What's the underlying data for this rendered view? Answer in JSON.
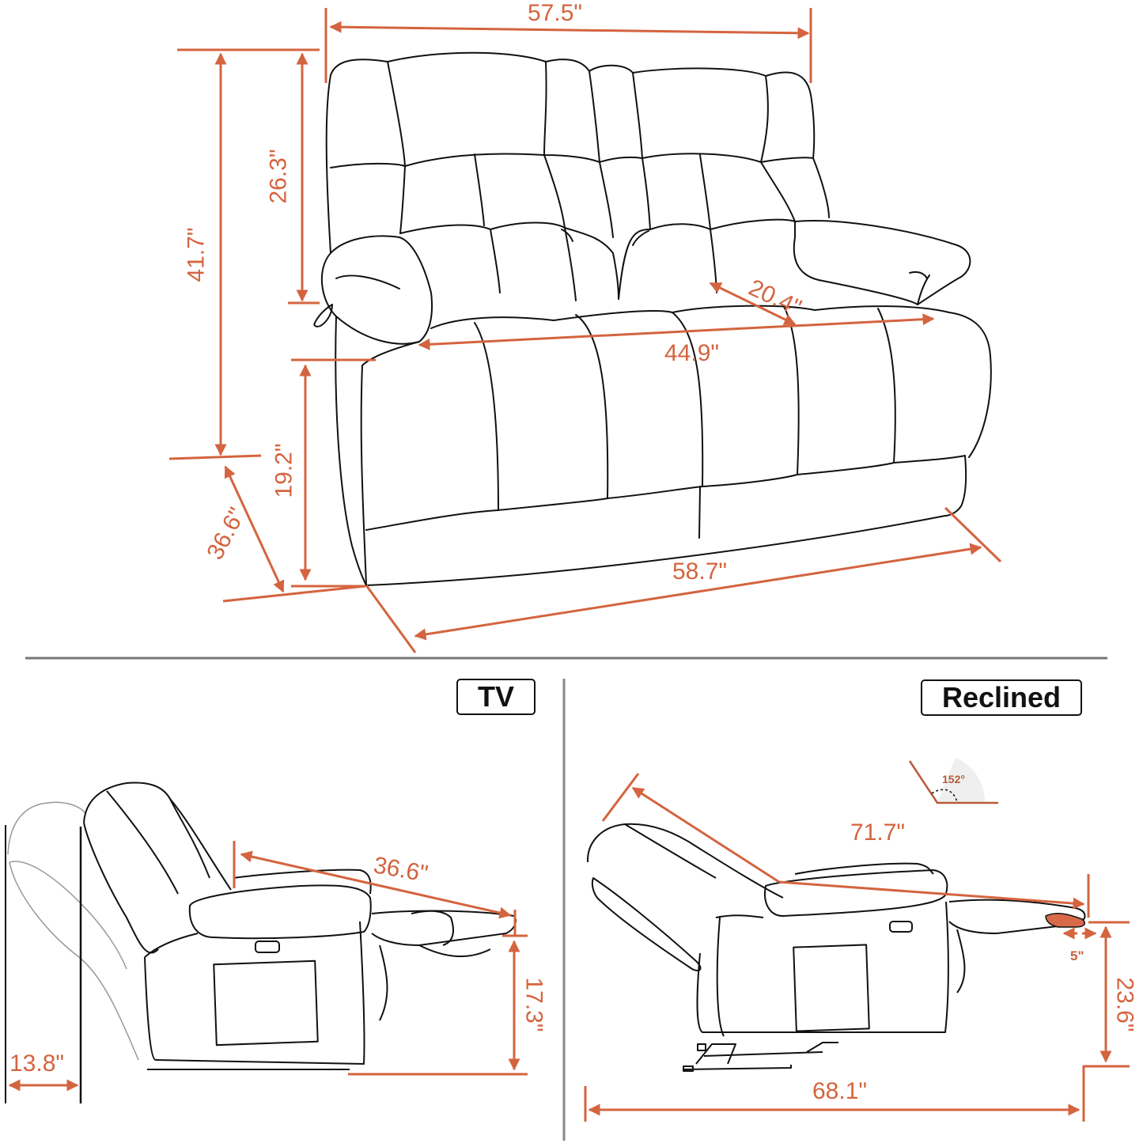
{
  "diagram": {
    "subject": "Two-seat recliner loveseat dimension drawing",
    "accent_color": "#d4643f",
    "line_color": "#111111",
    "front_view": {
      "overall_width": "57.5\"",
      "overall_height": "41.7\"",
      "back_height": "26.3\"",
      "seat_height": "19.2\"",
      "depth": "36.6\"",
      "seat_depth": "20.4\"",
      "seat_width": "44.9\"",
      "base_width": "58.7\""
    },
    "tv_view": {
      "label": "TV",
      "wall_clearance": "13.8\"",
      "footrest_extension": "36.6\"",
      "footrest_height": "17.3\""
    },
    "reclined_view": {
      "label": "Reclined",
      "angle": "152°",
      "reclined_length": "71.7\"",
      "footrest_adjust": "5\"",
      "footrest_height": "23.6\"",
      "overall_length": "68.1\""
    }
  }
}
